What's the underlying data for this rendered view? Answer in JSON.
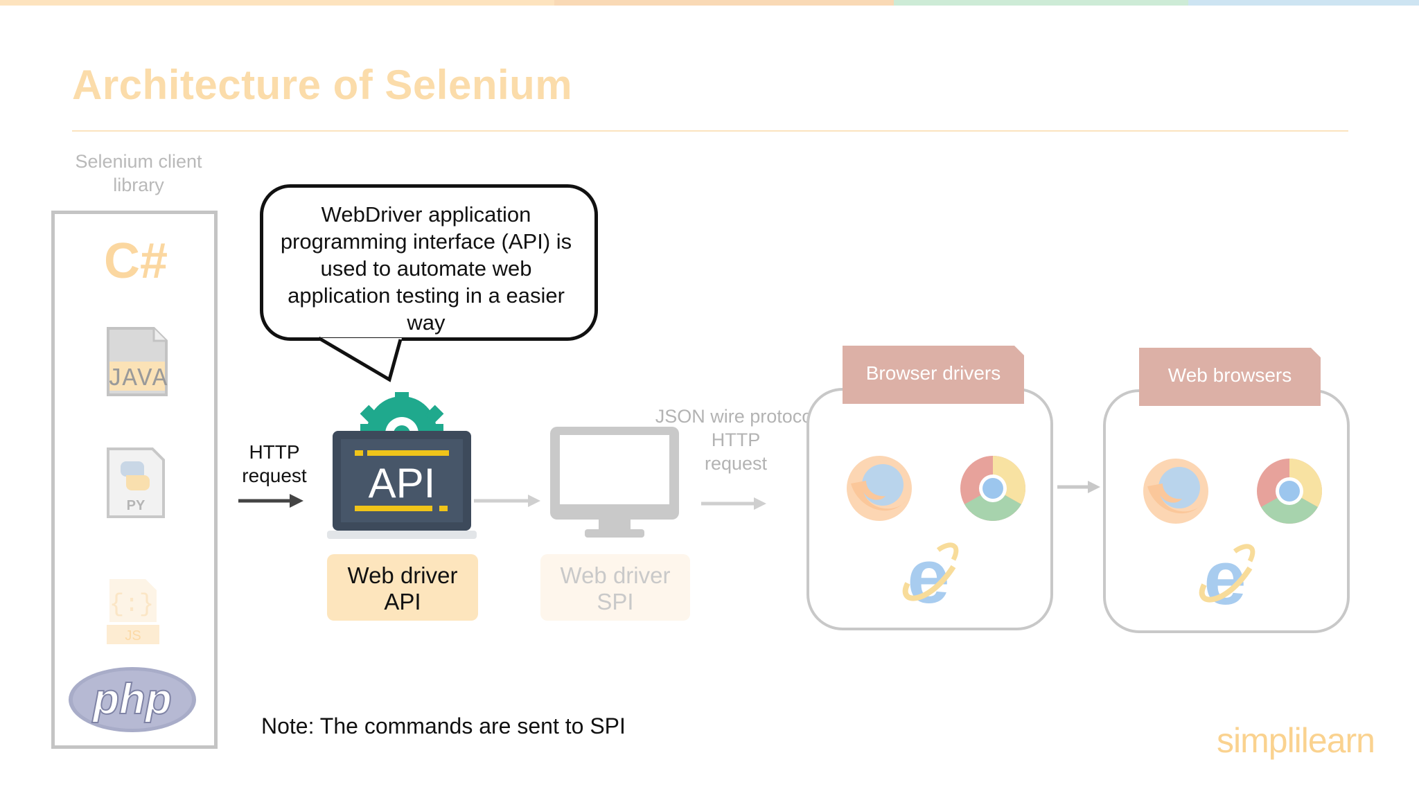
{
  "slide": {
    "title": "Architecture of Selenium",
    "client_label": "Selenium client library",
    "client_languages": [
      "C#",
      "JAVA",
      "PY",
      "JS",
      "php"
    ],
    "callout": "WebDriver application programming interface (API) is used to automate web application testing in a easier way",
    "http_label_1": "HTTP",
    "http_label_2": "request",
    "api_icon_text": "API",
    "web_driver_api_line1": "Web driver",
    "web_driver_api_line2": "API",
    "json_line1": "JSON wire protocol",
    "json_line2": "HTTP",
    "json_line3": "request",
    "web_driver_spi_line1": "Web driver",
    "web_driver_spi_line2": "SPI",
    "browser_drivers": "Browser drivers",
    "web_browsers": "Web browsers",
    "note": "Note: The commands are sent to SPI",
    "logo": "simplilearn"
  },
  "colors": {
    "title": "#fbdcaa",
    "tab_fill": "#dcb0a6",
    "api_label_fill": "#fde5bd",
    "spi_label_fill": "#fef6ec",
    "top_bar": [
      "#fde3be",
      "#f9d9b5",
      "#cdebd6",
      "#cde4f2"
    ]
  },
  "icons": [
    "csharp-icon",
    "java-file-icon",
    "python-file-icon",
    "js-file-icon",
    "php-icon",
    "api-monitor-icon",
    "gear-icon",
    "monitor-icon",
    "firefox-icon",
    "chrome-icon",
    "ie-icon",
    "arrow-right-icon"
  ]
}
